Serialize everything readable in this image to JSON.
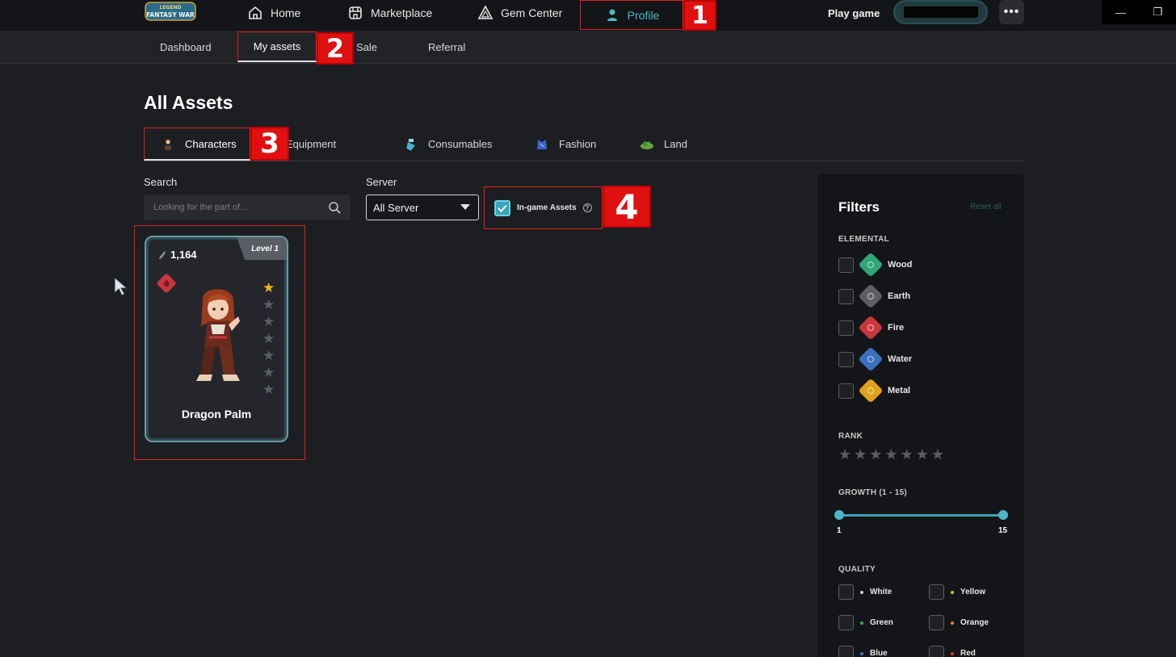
{
  "app": {
    "logo_top": "LEGEND",
    "logo_bottom": "FANTASY WAR"
  },
  "topnav": {
    "items": [
      {
        "label": "Home",
        "icon": "home-icon"
      },
      {
        "label": "Marketplace",
        "icon": "shop-icon"
      },
      {
        "label": "Gem Center",
        "icon": "triangle-icon"
      },
      {
        "label": "Profile",
        "icon": "user-icon"
      }
    ],
    "play_game": "Play game",
    "more": "•••"
  },
  "subnav": {
    "items": [
      "Dashboard",
      "My assets",
      "On Sale",
      "Referral"
    ]
  },
  "annotations": [
    "1",
    "2",
    "3",
    "4"
  ],
  "page": {
    "title": "All Assets"
  },
  "categories": [
    "Characters",
    "Equipment",
    "Consumables",
    "Fashion",
    "Land"
  ],
  "search": {
    "label": "Search",
    "placeholder": "Looking for the part of..."
  },
  "server": {
    "label": "Server",
    "selected": "All Server"
  },
  "ingame": {
    "label": "In-game Assets",
    "checked": true,
    "help": "?"
  },
  "card": {
    "power": "1,164",
    "level": "Level 1",
    "name": "Dragon Palm",
    "stars_filled": 1,
    "stars_total": 7,
    "element": "fire"
  },
  "filters": {
    "title": "Filters",
    "reset": "Reset all",
    "elemental_label": "ELEMENTAL",
    "elements": [
      {
        "label": "Wood",
        "color": "#2fa57a"
      },
      {
        "label": "Earth",
        "color": "#5d5f63"
      },
      {
        "label": "Fire",
        "color": "#c8363e"
      },
      {
        "label": "Water",
        "color": "#3a70c0"
      },
      {
        "label": "Metal",
        "color": "#e0a21c"
      }
    ],
    "rank_label": "RANK",
    "growth_label": "GROWTH (1 - 15)",
    "growth_min": "1",
    "growth_max": "15",
    "quality_label": "QUALITY",
    "quality": [
      {
        "label": "White",
        "color": "#cfcfcf"
      },
      {
        "label": "Yellow",
        "color": "#d6c23a"
      },
      {
        "label": "Green",
        "color": "#3fae5c"
      },
      {
        "label": "Orange",
        "color": "#e08a2a"
      },
      {
        "label": "Blue",
        "color": "#3a7ad0"
      },
      {
        "label": "Red",
        "color": "#d63a3a"
      }
    ]
  },
  "window": {
    "minimize": "—",
    "restore": "❐"
  }
}
